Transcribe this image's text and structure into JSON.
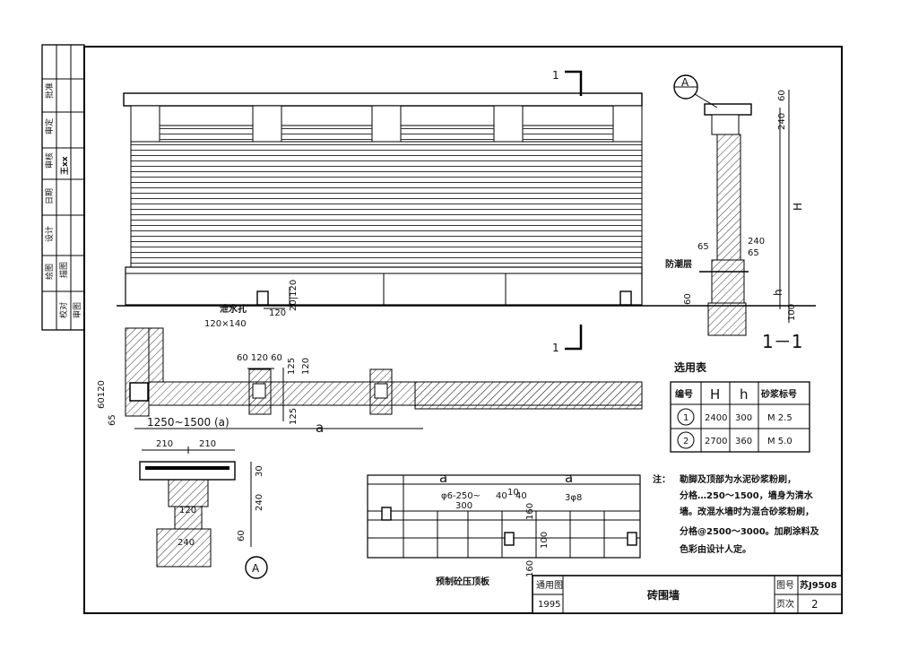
{
  "title_block": {
    "project": "砖围墙",
    "atlas_label": "图号",
    "atlas_no": "苏J9508",
    "page_label": "页次",
    "page_no": "2",
    "year_label": "通用图",
    "year": "1995"
  },
  "sidebar": {
    "labels": [
      "批准",
      "审定",
      "审核",
      "日期",
      "设计",
      "绘图",
      "校对",
      "审图",
      "描图"
    ],
    "signature": "王xx"
  },
  "elevation": {
    "section_mark": "1",
    "weep_hole_label": "泄水孔",
    "weep_hole_size": "120×140",
    "dim_120": "120",
    "dim_20_120": "20|120"
  },
  "plan": {
    "dims_top": "60 120 60",
    "dim_125": "125",
    "dim_120": "120",
    "dim_60120": "60120",
    "dim_65": "65",
    "span": "1250~1500 (a)",
    "a": "a"
  },
  "section": {
    "marker": "A",
    "title": "1－1",
    "dim_60": "60",
    "dim_240": "240",
    "dim_H": "H",
    "dim_h": "h",
    "dim_65": "65",
    "dim_240b": "240",
    "dim_65b": "65",
    "damp_label": "防潮层",
    "dim_60b": "60",
    "dim_100": "100"
  },
  "detail_a": {
    "marker": "A",
    "dim_210a": "210",
    "dim_210b": "210",
    "dim_30": "30",
    "dim_240": "240",
    "dim_60": "60",
    "dim_120": "120",
    "dim_240b": "240"
  },
  "slab": {
    "title": "预制砼压顶板",
    "a1": "a",
    "a2": "a",
    "rebar1": "φ6-250~",
    "rebar1b": "300",
    "rebar2": "3φ8",
    "dim_40": "40",
    "dim_10": "10",
    "dim_40b": "40",
    "dim_160": "160",
    "dim_100": "100",
    "dim_160b": "160"
  },
  "selection_table": {
    "title": "选用表",
    "headers": [
      "编号",
      "H",
      "h",
      "砂浆标号"
    ],
    "rows": [
      {
        "no": "1",
        "H": "2400",
        "h": "300",
        "mortar": "M 2.5"
      },
      {
        "no": "2",
        "H": "2700",
        "h": "360",
        "mortar": "M 5.0"
      }
    ]
  },
  "notes": {
    "label": "注：",
    "lines": [
      "勒脚及顶部为水泥砂浆粉刷，",
      "分格…250～1500，墙身为清水",
      "墙。改混水墙时为混合砂浆粉刷，",
      "分格@2500～3000。加刷涂料及",
      "色彩由设计人定。"
    ]
  }
}
